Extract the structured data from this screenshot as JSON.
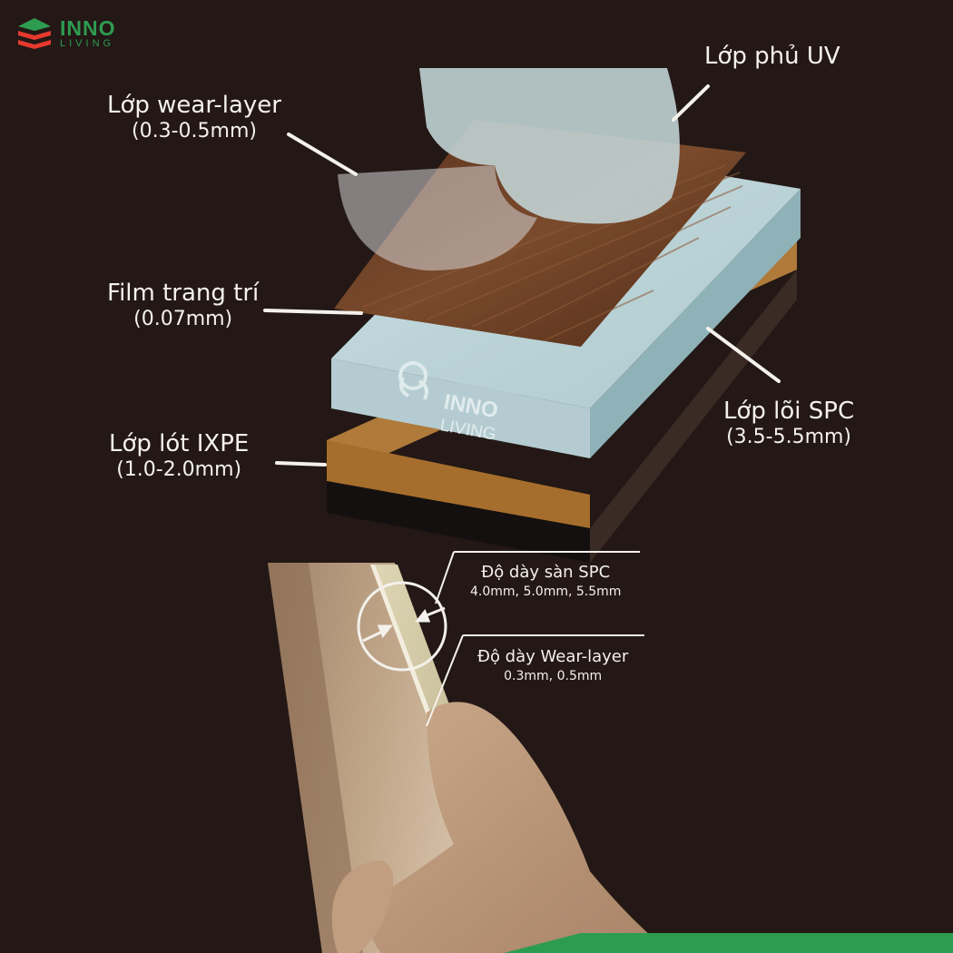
{
  "brand": {
    "name": "INNO",
    "sub": "LIVING",
    "watermark_name": "INNO",
    "watermark_sub": "LIVING",
    "green": "#2e9c50",
    "red": "#e63a30"
  },
  "labels": {
    "uv": {
      "title": "Lớp phủ UV"
    },
    "wear": {
      "title": "Lớp wear-layer",
      "value": "(0.3-0.5mm)"
    },
    "film": {
      "title": "Film trang trí",
      "value": "(0.07mm)"
    },
    "core": {
      "title": "Lớp lõi SPC",
      "value": "(3.5-5.5mm)"
    },
    "ixpe": {
      "title": "Lớp lót IXPE",
      "value": "(1.0-2.0mm)"
    }
  },
  "detail": {
    "thickness": {
      "title": "Độ dày sàn SPC",
      "value": "4.0mm, 5.0mm, 5.5mm"
    },
    "wear": {
      "title": "Độ dày Wear-layer",
      "value": "0.3mm, 0.5mm"
    }
  },
  "colors": {
    "background": "#231815",
    "wood": "#6b4028",
    "core": "#bcd2d6",
    "underlay": "#a66e2c"
  }
}
